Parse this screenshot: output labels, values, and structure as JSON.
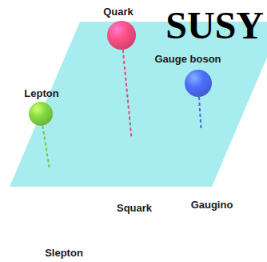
{
  "diagram": {
    "title": "SUSY",
    "nodes": [
      {
        "text": [
          "Quark"
        ]
      },
      {
        "text": [
          "Lepton"
        ]
      },
      {
        "text": [
          "Gauge boson"
        ]
      },
      {
        "text": [
          "Slepton"
        ]
      },
      {
        "text": [
          "Squark"
        ]
      },
      {
        "text": [
          "Gaugino"
        ]
      }
    ],
    "edges": [
      {
        "from": 0,
        "to": 4,
        "arrow": "none"
      },
      {
        "from": 1,
        "to": 3,
        "arrow": "none"
      },
      {
        "from": 2,
        "to": 5,
        "arrow": "none"
      }
    ]
  }
}
